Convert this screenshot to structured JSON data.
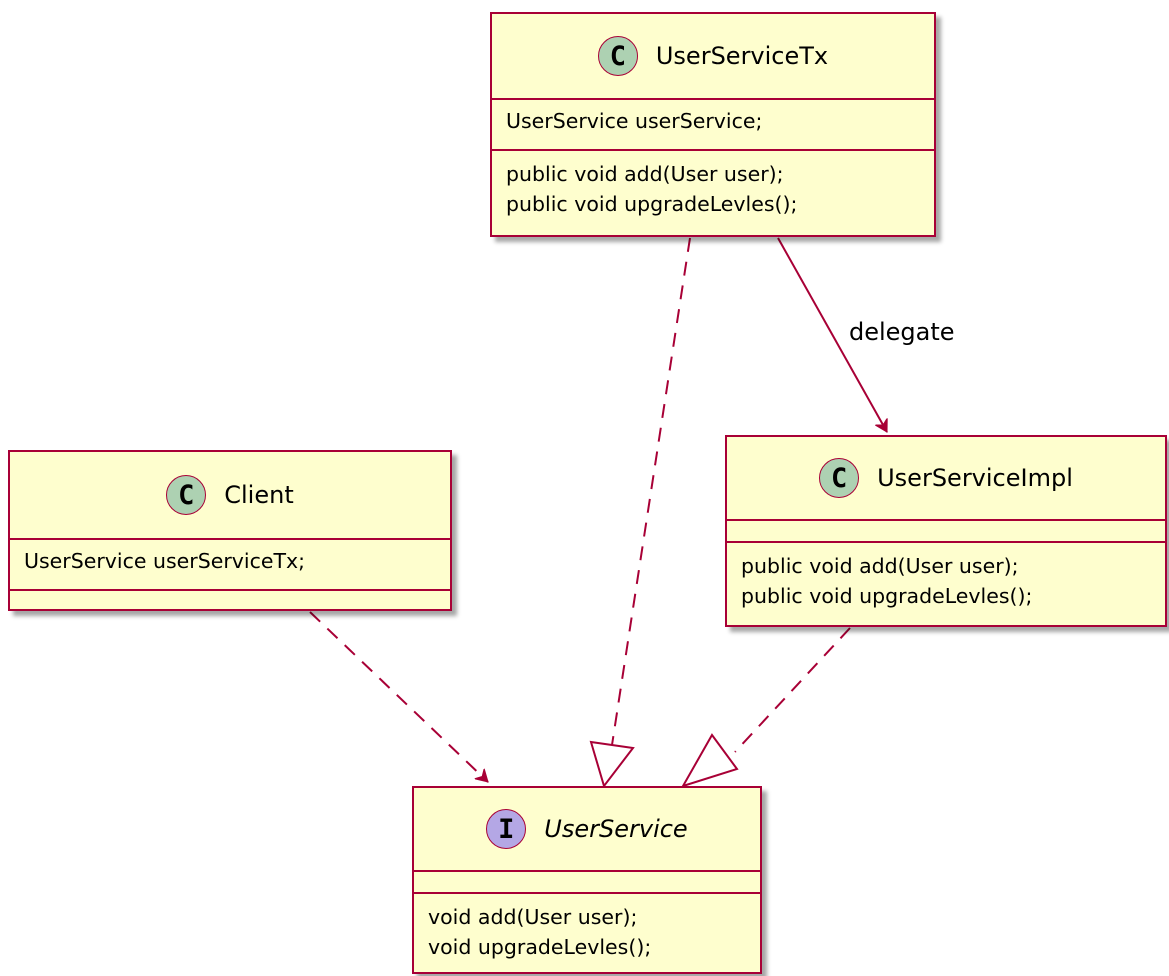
{
  "classes": {
    "tx": {
      "stereotype": "C",
      "name": "UserServiceTx",
      "fields": [
        "UserService userService;"
      ],
      "methods": [
        "public void add(User user);",
        "public void upgradeLevles();"
      ]
    },
    "client": {
      "stereotype": "C",
      "name": "Client",
      "fields": [
        "UserService userServiceTx;"
      ],
      "methods": []
    },
    "impl": {
      "stereotype": "C",
      "name": "UserServiceImpl",
      "fields": [],
      "methods": [
        "public void add(User user);",
        "public void upgradeLevles();"
      ]
    },
    "iface": {
      "stereotype": "I",
      "name": "UserService",
      "fields": [],
      "methods": [
        "void add(User user);",
        "void upgradeLevles();"
      ]
    }
  },
  "relations": {
    "delegate_label": "delegate"
  },
  "colors": {
    "class_fill": "#FEFECE",
    "border": "#A80036",
    "class_circle": "#ADD1B2",
    "interface_circle": "#B4A7E5"
  }
}
